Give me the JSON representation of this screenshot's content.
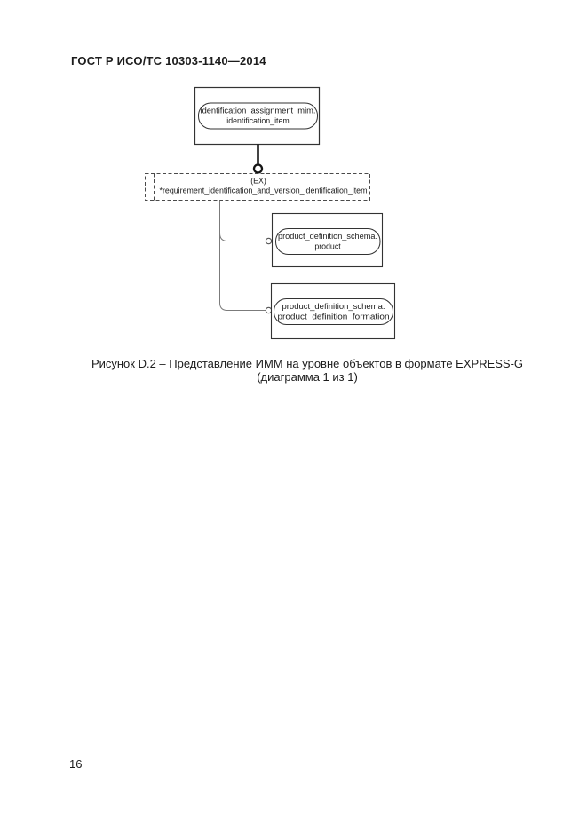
{
  "header": {
    "title": "ГОСТ Р ИСО/ТС 10303-1140—2014"
  },
  "diagram": {
    "notation": "EXPRESS-G",
    "node_top": {
      "line1": "identification_assignment_mim.",
      "line2": "identification_item"
    },
    "node_ex": {
      "line1": "(EX)",
      "line2": "*requirement_identification_and_version_identification_item"
    },
    "node_product": {
      "line1": "product_definition_schema.",
      "line2": "product"
    },
    "node_formation": {
      "line1": "product_definition_schema.",
      "line2": "product_definition_formation"
    }
  },
  "caption": {
    "line1": "Рисунок D.2 – Представление ИММ на уровне объектов в формате EXPRESS-G",
    "line2": "(диаграмма 1 из 1)"
  },
  "footer": {
    "page_number": "16"
  },
  "colors": {
    "page_bg": "#ffffff",
    "ink": "#1c1c1c",
    "box_stroke": "#333333",
    "dashed_stroke": "#4a4a4a",
    "connector_gray": "#7b7b7b",
    "connector_black": "#151515"
  }
}
